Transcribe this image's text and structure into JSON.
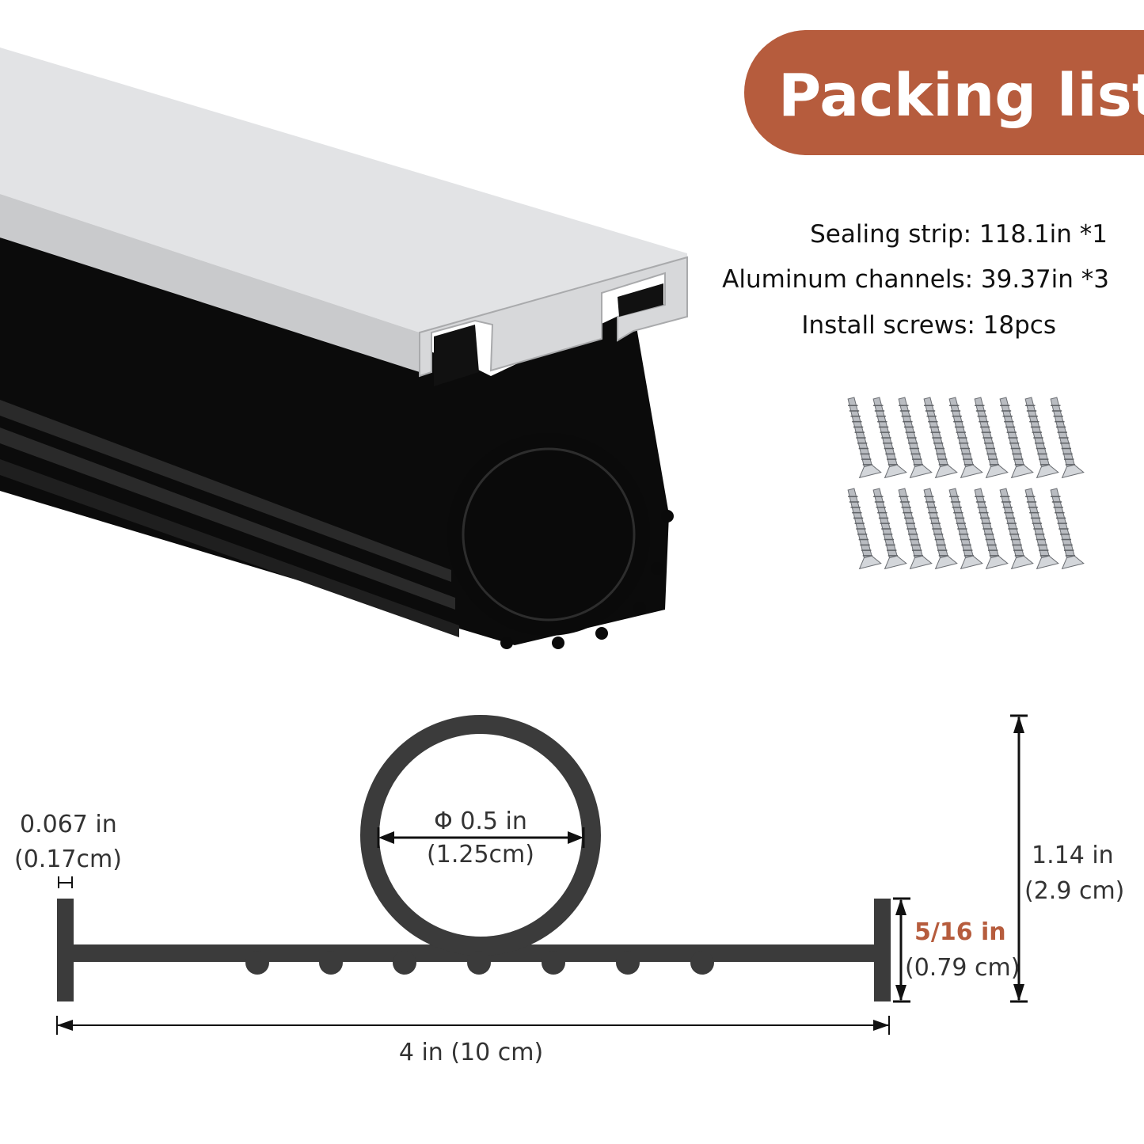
{
  "colors": {
    "accent": "#b65c3d",
    "profile": "#3b3b3b",
    "aluminum": "#d6d7d9",
    "rubber": "#0a0a0a"
  },
  "badge": {
    "title": "Packing list"
  },
  "packing_list": [
    {
      "text": "Sealing strip: 118.1in *1"
    },
    {
      "text": "Aluminum channels: 39.37in *3"
    },
    {
      "text": "Install screws: 18pcs"
    }
  ],
  "screws": {
    "rows": 2,
    "per_row": 9,
    "total": 18
  },
  "dimensions": {
    "thickness": {
      "in": "0.067 in",
      "cm": "(0.17cm)"
    },
    "diameter": {
      "in": "Φ 0.5 in",
      "cm": "(1.25cm)"
    },
    "total_height": {
      "in": "1.14 in",
      "cm": "(2.9 cm)"
    },
    "flange_height": {
      "in": "5/16 in",
      "cm": "(0.79 cm)"
    },
    "width": {
      "label": "4 in (10 cm)"
    }
  }
}
